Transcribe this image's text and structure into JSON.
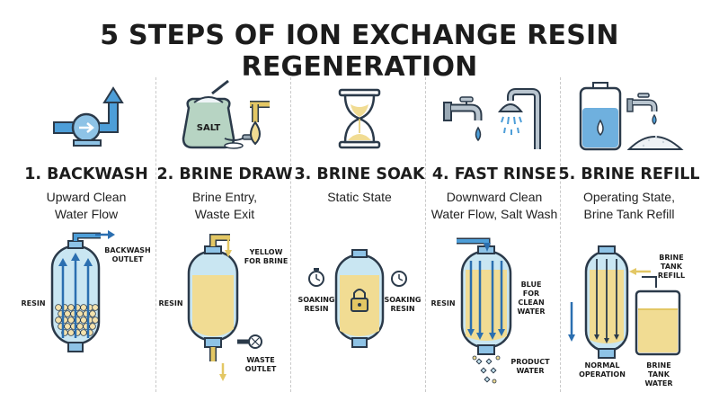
{
  "title": "5 STEPS OF ION EXCHANGE RESIN REGENERATION",
  "steps": [
    {
      "title": "1. BACKWASH",
      "desc_line1": "Upward Clean",
      "desc_line2": "Water Flow",
      "labels": {
        "outlet": "BACKWASH OUTLET",
        "resin": "RESIN"
      }
    },
    {
      "title": "2. BRINE DRAW",
      "desc_line1": "Brine Entry,",
      "desc_line2": "Waste Exit",
      "icon_text": "SALT",
      "labels": {
        "yellow": "YELLOW FOR BRINE",
        "resin": "RESIN",
        "waste": "WASTE OUTLET"
      }
    },
    {
      "title": "3. BRINE SOAK",
      "desc_line1": "Static State",
      "desc_line2": "",
      "labels": {
        "soaking_left": "SOAKING RESIN",
        "soaking_right": "SOAKING RESIN"
      }
    },
    {
      "title": "4. FAST RINSE",
      "desc_line1": "Downward Clean",
      "desc_line2": "Water Flow, Salt Wash",
      "labels": {
        "resin": "RESIN",
        "blue": "BLUE FOR CLEAN WATER",
        "product": "PRODUCT WATER"
      }
    },
    {
      "title": "5. BRINE REFILL",
      "desc_line1": "Operating State,",
      "desc_line2": "Brine Tank Refill",
      "labels": {
        "refill": "BRINE TANK REFILL",
        "normal": "NORMAL OPERATION",
        "brine_tank": "BRINE TANK WATER"
      }
    }
  ],
  "colors": {
    "outline": "#2b3a4a",
    "tank_fill": "#c9e6f2",
    "brine": "#f1dc93",
    "water": "#6fb0de",
    "pipe": "#4d9ed8",
    "resin_bead": "#f4e2ad"
  }
}
